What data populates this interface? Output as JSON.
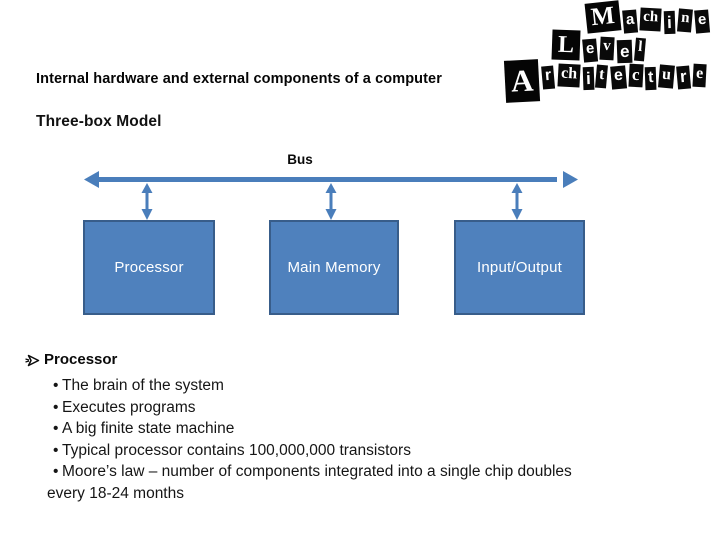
{
  "slide": {
    "title": "Internal hardware and external components of a computer",
    "subtitle": "Three-box Model",
    "colors": {
      "box_fill": "#4f81bd",
      "box_border": "#385d8a",
      "arrow_blue": "#4a7ebb",
      "text": "#000000",
      "box_label_text": "#ffffff"
    }
  },
  "logo": {
    "rows": [
      {
        "big": "M",
        "tiles": [
          "a",
          "ch",
          "i",
          "n",
          "e"
        ]
      },
      {
        "big": "L",
        "tiles": [
          "e",
          "v",
          "e",
          "l"
        ]
      },
      {
        "big": "A",
        "tiles": [
          "r",
          "ch",
          "i",
          "t",
          "e",
          "c",
          "t",
          "u",
          "r",
          "e"
        ]
      }
    ]
  },
  "diagram": {
    "bus_label": "Bus",
    "boxes": [
      {
        "label": "Processor"
      },
      {
        "label": "Main Memory"
      },
      {
        "label": "Input/Output"
      }
    ]
  },
  "bullets": {
    "heading": "Processor",
    "bullet_char": "•",
    "items": [
      "The brain of the system",
      "Executes programs",
      "A big finite state machine",
      "Typical processor contains 100,000,000 transistors",
      "Moore’s law – number of components integrated into a single chip doubles"
    ],
    "continuation": "every 18-24 months"
  }
}
